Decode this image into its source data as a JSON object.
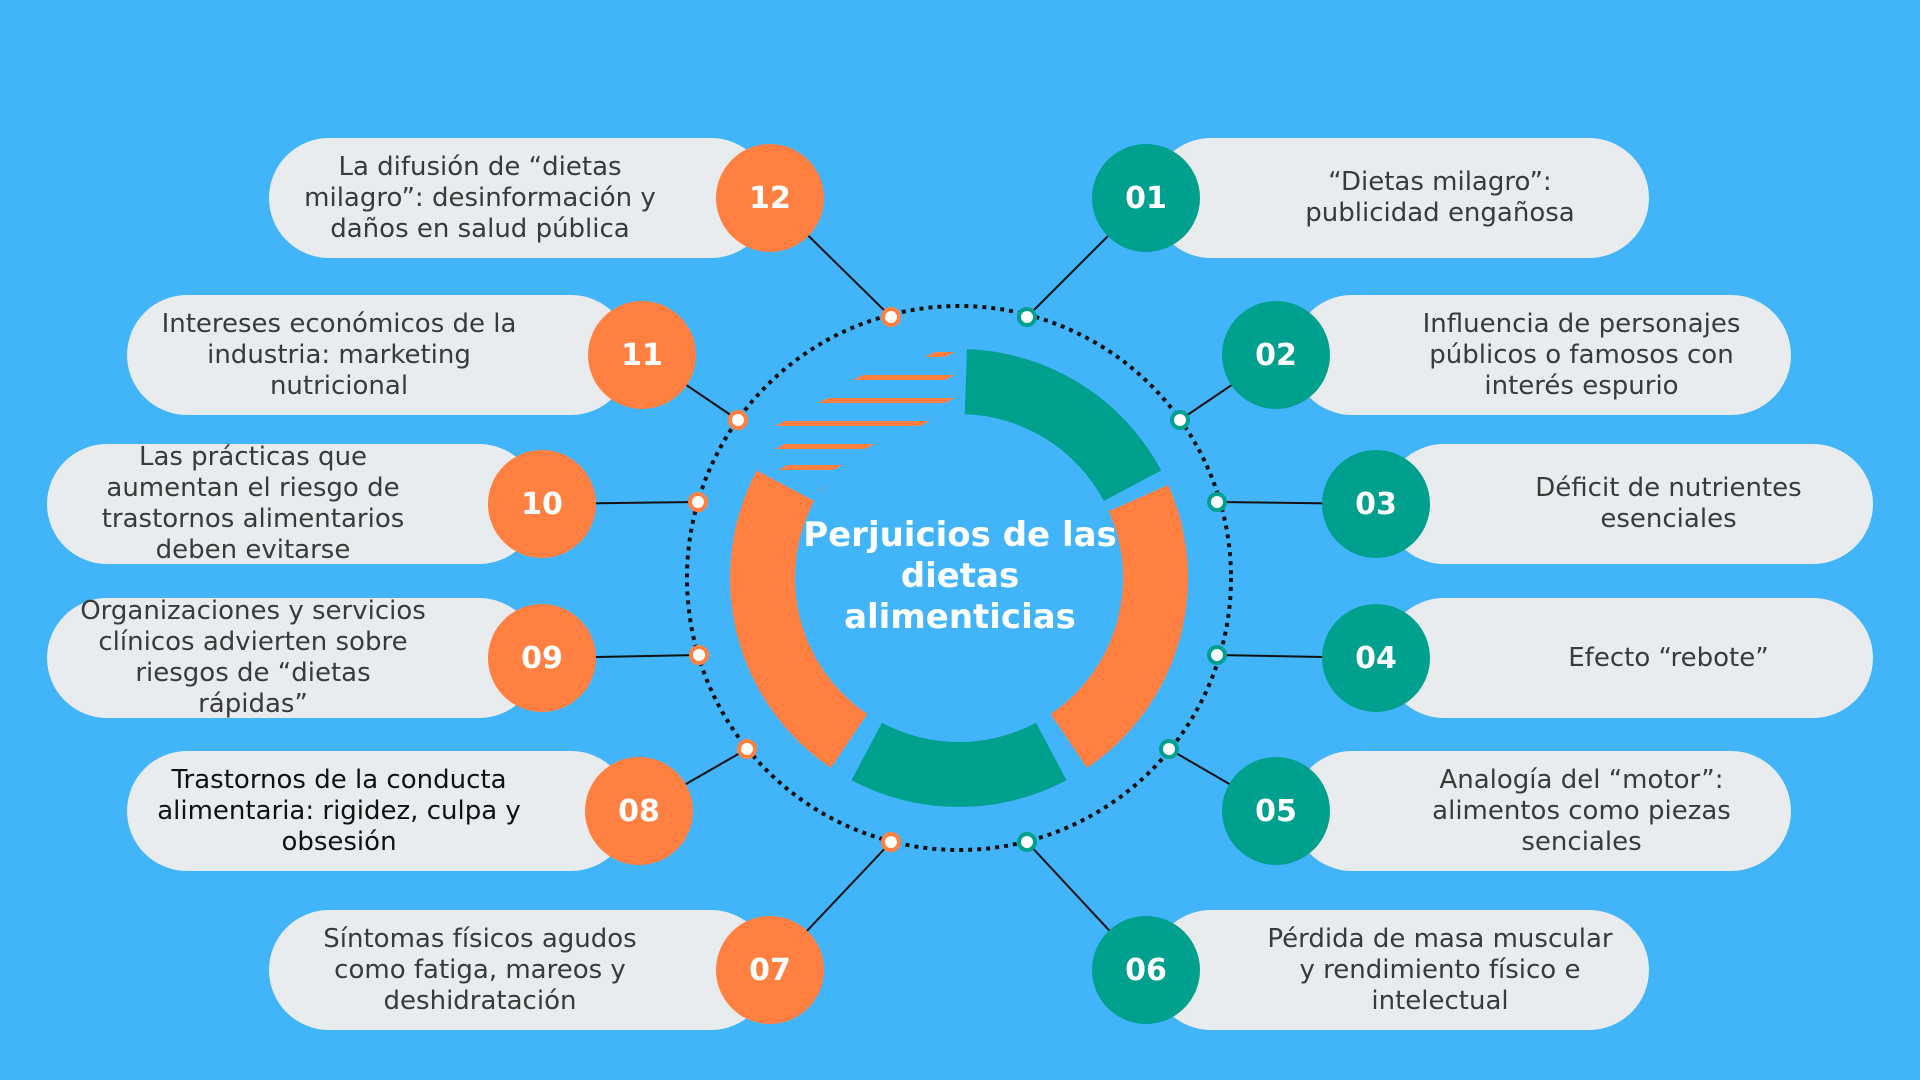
{
  "title": "Perjuicios de las dietas alimenticias",
  "colors": {
    "background": "#41b4fa",
    "orange": "#ff8041",
    "teal": "#00a08f",
    "pill": "#e8ecee"
  },
  "items": [
    {
      "num": "01",
      "text": "“Dietas milagro”: publicidad engañosa"
    },
    {
      "num": "02",
      "text": "Influencia de personajes públicos o famosos con interés espurio"
    },
    {
      "num": "03",
      "text": "Déficit de nutrientes esenciales"
    },
    {
      "num": "04",
      "text": "Efecto “rebote”"
    },
    {
      "num": "05",
      "text": "Analogía del “motor”: alimentos como piezas senciales"
    },
    {
      "num": "06",
      "text": "Pérdida de masa muscular y rendimiento físico e intelectual"
    },
    {
      "num": "07",
      "text": "Síntomas físicos agudos como fatiga, mareos y deshidratación"
    },
    {
      "num": "08",
      "text": "Trastornos de la conducta alimentaria:  rigidez, culpa y obsesión"
    },
    {
      "num": "09",
      "text": "Organizaciones y servicios clínicos advierten sobre riesgos de “dietas rápidas”"
    },
    {
      "num": "10",
      "text": "Las prácticas que aumentan el riesgo de trastornos alimentarios deben evitarse"
    },
    {
      "num": "11",
      "text": "Intereses  económicos de la industria: marketing nutricional"
    },
    {
      "num": "12",
      "text": "La difusión de “dietas milagro”: desinformación y daños en salud pública"
    }
  ]
}
